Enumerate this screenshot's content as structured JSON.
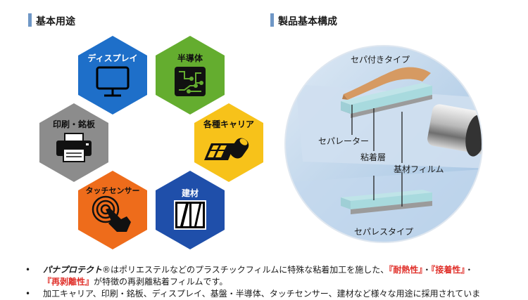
{
  "left_section": {
    "title": "基本用途"
  },
  "right_section": {
    "title": "製品基本構成"
  },
  "uses": [
    {
      "label": "ディスプレイ",
      "color": "#1e6fc9",
      "icon": "monitor-icon"
    },
    {
      "label": "半導体",
      "color": "#64ad2f",
      "icon": "circuit-board-icon"
    },
    {
      "label": "各種キャリア",
      "color": "#f7c21a",
      "icon": "carrier-roll-icon"
    },
    {
      "label": "建材",
      "color": "#1f4faa",
      "icon": "window-icon"
    },
    {
      "label": "タッチセンサー",
      "color": "#ee6c1b",
      "icon": "touch-hand-icon"
    },
    {
      "label": "印刷・銘板",
      "color": "#8c8c8c",
      "icon": "printer-icon"
    }
  ],
  "diagram": {
    "top_type": "セパ付きタイプ",
    "bottom_type": "セパレスタイプ",
    "separator": "セパレーター",
    "adhesive": "粘着層",
    "base_film": "基材フィルム"
  },
  "bullets": [
    {
      "brand": "パナプロテクト",
      "mark": "®",
      "text_a": "はポリエステルなどのプラスチックフィルムに特殊な粘着加工を施した、",
      "h1": "『耐熱性』",
      "sep1": "・",
      "h2": "『接着性』",
      "sep2": "・",
      "h3": "『再剥離性』",
      "text_b": "が特徴の再剥離粘着フィルムです。"
    },
    {
      "text": "加工キャリア、印刷・銘板、ディスプレイ、基盤・半導体、タッチセンサー、建材など様々な用途に採用されていま"
    }
  ]
}
